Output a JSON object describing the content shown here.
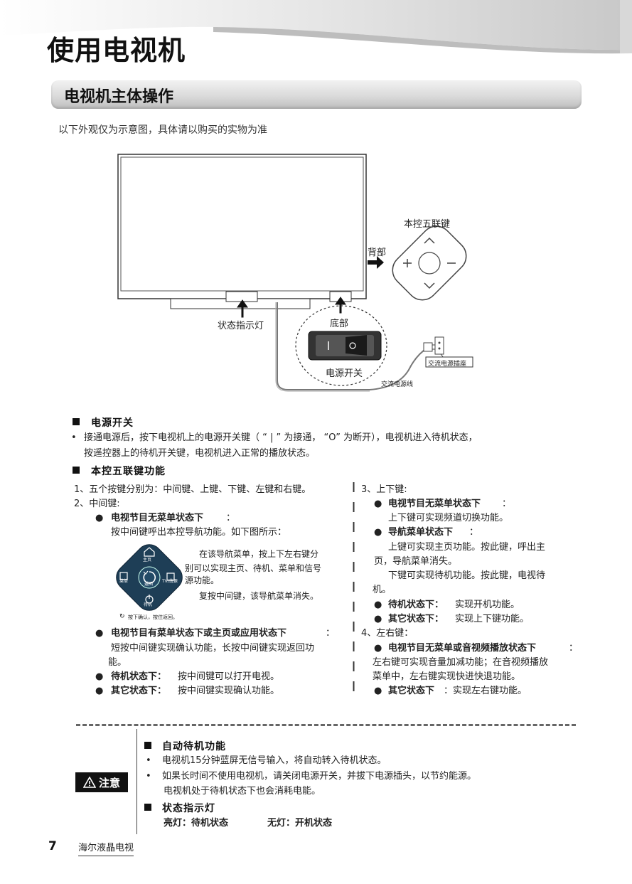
{
  "page": {
    "title": "使用电视机",
    "section_title": "电视机主体操作",
    "intro": "以下外观仅为示意图，具体请以购买的实物为准"
  },
  "diagram": {
    "label_five_keys": "本控五联键",
    "label_back": "背部",
    "label_status_light": "状态指示灯",
    "label_bottom": "底部",
    "label_power_switch": "电源开关",
    "label_ac_socket": "交流电源插座",
    "label_ac_cord": "交流电源线"
  },
  "power": {
    "heading": "电源开关",
    "bullet_line1": "接通电源后，按下电视机上的电源开关键（ “ | ” 为接通， “O” 为断开），电视机进入待机状态，",
    "bullet_line2": "按遥控器上的待机开关键，电视机进入正常的播放状态。"
  },
  "keys": {
    "heading": "本控五联键功能",
    "left": {
      "item1": "1、五个按键分别为：中间键、上键、下键、左键和右键。",
      "item2": "2、中间键:",
      "no_menu_title": "电视节目无菜单状态下",
      "no_menu_colon": "：",
      "no_menu_text": "按中间键呼出本控导航功能。如下图所示：",
      "nav_desc1": "在该导航菜单，按上下左右键分",
      "nav_desc2": "别可以实现主页、待机、菜单和信号",
      "nav_desc3": "源功能。",
      "nav_desc4": "复按中间键，该导航菜单消失。",
      "nav_caption": "按下确认，按住返回。",
      "nav_icons": {
        "top": "主页",
        "left": "菜单",
        "center": "返回",
        "right": "TV/信源",
        "bottom": "待机"
      },
      "has_menu_title": "电视节目有菜单状态下或主页或应用状态下",
      "has_menu_colon": "：",
      "has_menu_line1": "短按中间键实现确认功能，长按中间键实现返回功",
      "has_menu_line2": "能。",
      "standby_title": "待机状态下：",
      "standby_text": "按中间键可以打开电视。",
      "other_title": "其它状态下：",
      "other_text": "按中间键实现确认功能。"
    },
    "right": {
      "item3": "3、上下键:",
      "no_menu_title": "电视节目无菜单状态下",
      "no_menu_colon": "：",
      "no_menu_text": "上下键可实现频道切换功能。",
      "nav_title": "导航菜单状态下",
      "nav_colon": "：",
      "nav_line1": "上键可实现主页功能。按此键，呼出主",
      "nav_line2": "页，导航菜单消失。",
      "nav_line3": "下键可实现待机功能。按此键，电视待",
      "nav_line4": "机。",
      "standby_title": "待机状态下：",
      "standby_text": "实现开机功能。",
      "other_title": "其它状态下：",
      "other_text": "实现上下键功能。",
      "item4": "4、左右键：",
      "lr_title": "电视节目无菜单或音视频播放状态下",
      "lr_colon": "：",
      "lr_line1": "左右键可实现音量加减功能；在音视频播放",
      "lr_line2": "菜单中，左右键实现快进快退功能。",
      "lr_other_title": "其它状态下",
      "lr_other_text": "：实现左右键功能。"
    }
  },
  "notice": {
    "badge": "注意",
    "auto_heading": "自动待机功能",
    "auto_bullet1": "电视机15分钟蓝屏无信号输入，将自动转入待机状态。",
    "auto_bullet2": "如果长时间不使用电视机，请关闭电源开关，并拔下电源插头，以节约能源。",
    "auto_bullet2b": "电视机处于待机状态下也会消耗电能。",
    "light_heading": "状态指示灯",
    "light_on": "亮灯：待机状态",
    "light_off": "无灯：开机状态"
  },
  "footer": {
    "page_number": "7",
    "brand": "海尔液晶电视"
  }
}
